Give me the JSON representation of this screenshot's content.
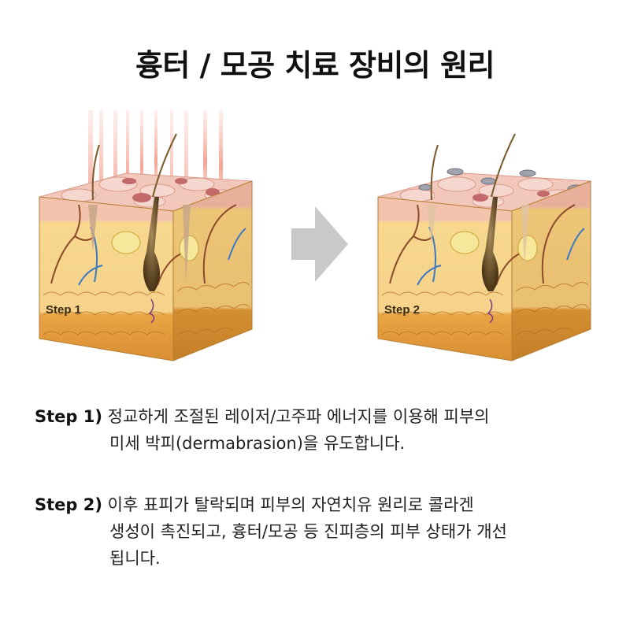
{
  "title": "흉터 / 모공 치료 장비의 원리",
  "diagram": {
    "step1_label": "Step 1",
    "step2_label": "Step 2",
    "arrow_color": "#c8c8c8",
    "colors": {
      "epidermis": "#f4c9b8",
      "dermis": "#f6d592",
      "fat": "#e8a64a",
      "laser": "#e88a7a",
      "hair": "#7a5a2a"
    }
  },
  "steps": [
    {
      "lead": "Step 1)",
      "lines": [
        "정교하게 조절된 레이저/고주파 에너지를 이용해 피부의",
        "미세 박피(dermabrasion)을 유도합니다."
      ]
    },
    {
      "lead": "Step 2)",
      "lines": [
        "이후 표피가 탈락되며 피부의 자연치유 원리로 콜라겐",
        "생성이 촉진되고, 흉터/모공 등 진피층의 피부 상태가 개선",
        "됩니다."
      ]
    }
  ]
}
